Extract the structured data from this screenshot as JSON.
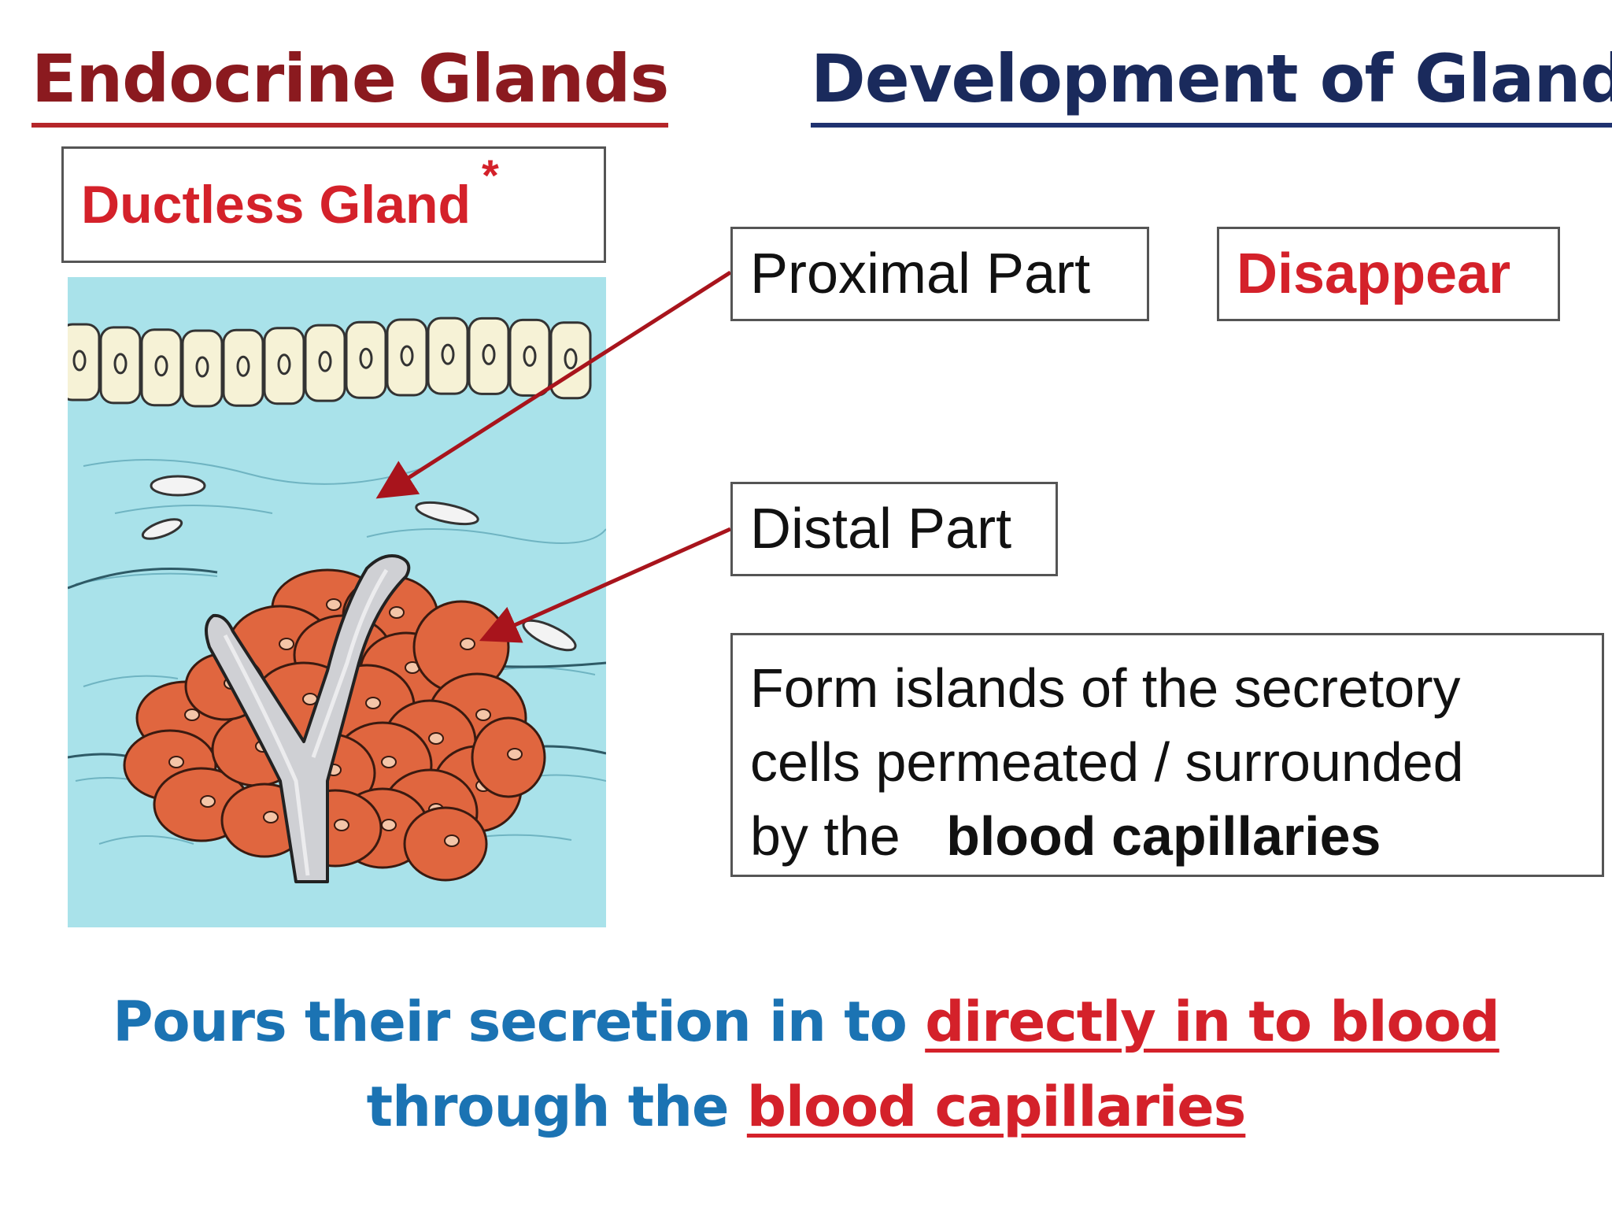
{
  "titles": {
    "left": "Endocrine Glands",
    "right": "Development of Glands"
  },
  "ductless": {
    "label": "Ductless Gland",
    "asterisk": "*"
  },
  "labels": {
    "proximal": "Proximal Part",
    "disappear": "Disappear",
    "distal": "Distal Part"
  },
  "description": {
    "line1": "Form islands of the secretory",
    "line2": "cells permeated / surrounded",
    "line3_prefix": "by the",
    "line3_bold": "blood capillaries"
  },
  "bottom_text": {
    "part1": "Pours their secretion in to ",
    "part2": "directly in to blood",
    "part3": "through the ",
    "part4": "blood capillaries"
  },
  "colors": {
    "title_left": "#8b1a1f",
    "title_right": "#1a2a5c",
    "accent_red": "#d4212a",
    "accent_blue": "#1b73b3",
    "tissue_bg": "#a9e2ea",
    "gland_cells": "#e0663f",
    "arrow": "#a8141c"
  }
}
